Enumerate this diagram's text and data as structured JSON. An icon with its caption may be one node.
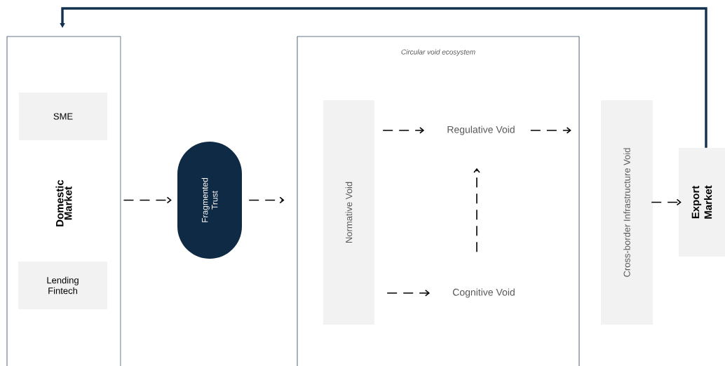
{
  "diagram": {
    "nodes": [
      {
        "text": [
          "Domestic Market"
        ]
      },
      {
        "text": [
          "SME"
        ],
        "in": 0
      },
      {
        "text": [
          "Lending Fintech"
        ],
        "in": 0
      },
      {
        "text": [
          "Fragmented Trust"
        ]
      },
      {
        "text": [
          "Circular void ecosystem"
        ]
      },
      {
        "text": [
          "Normative Void"
        ],
        "in": 4
      },
      {
        "text": [
          "Regulative Void"
        ],
        "in": 4
      },
      {
        "text": [
          "Cognitive Void"
        ],
        "in": 4
      },
      {
        "text": [
          "Cross-border Infrastructure Void"
        ]
      },
      {
        "text": [
          "Export Market"
        ]
      }
    ],
    "edges": [
      {
        "from": 0,
        "to": 3,
        "arrow": "to",
        "style": "dashed"
      },
      {
        "from": 3,
        "to": 4,
        "arrow": "to",
        "style": "dashed"
      },
      {
        "from": 5,
        "to": 6,
        "arrow": "to",
        "style": "dashed"
      },
      {
        "from": 5,
        "to": 7,
        "arrow": "to",
        "style": "dashed"
      },
      {
        "from": 7,
        "to": 6,
        "arrow": "to",
        "style": "dashed"
      },
      {
        "from": 6,
        "to": 8,
        "arrow": "to",
        "style": "dashed"
      },
      {
        "from": 8,
        "to": 9,
        "arrow": "to",
        "style": "dashed"
      },
      {
        "from": 9,
        "to": 0,
        "arrow": "to",
        "style": "thick",
        "color": "#12304f"
      }
    ]
  }
}
